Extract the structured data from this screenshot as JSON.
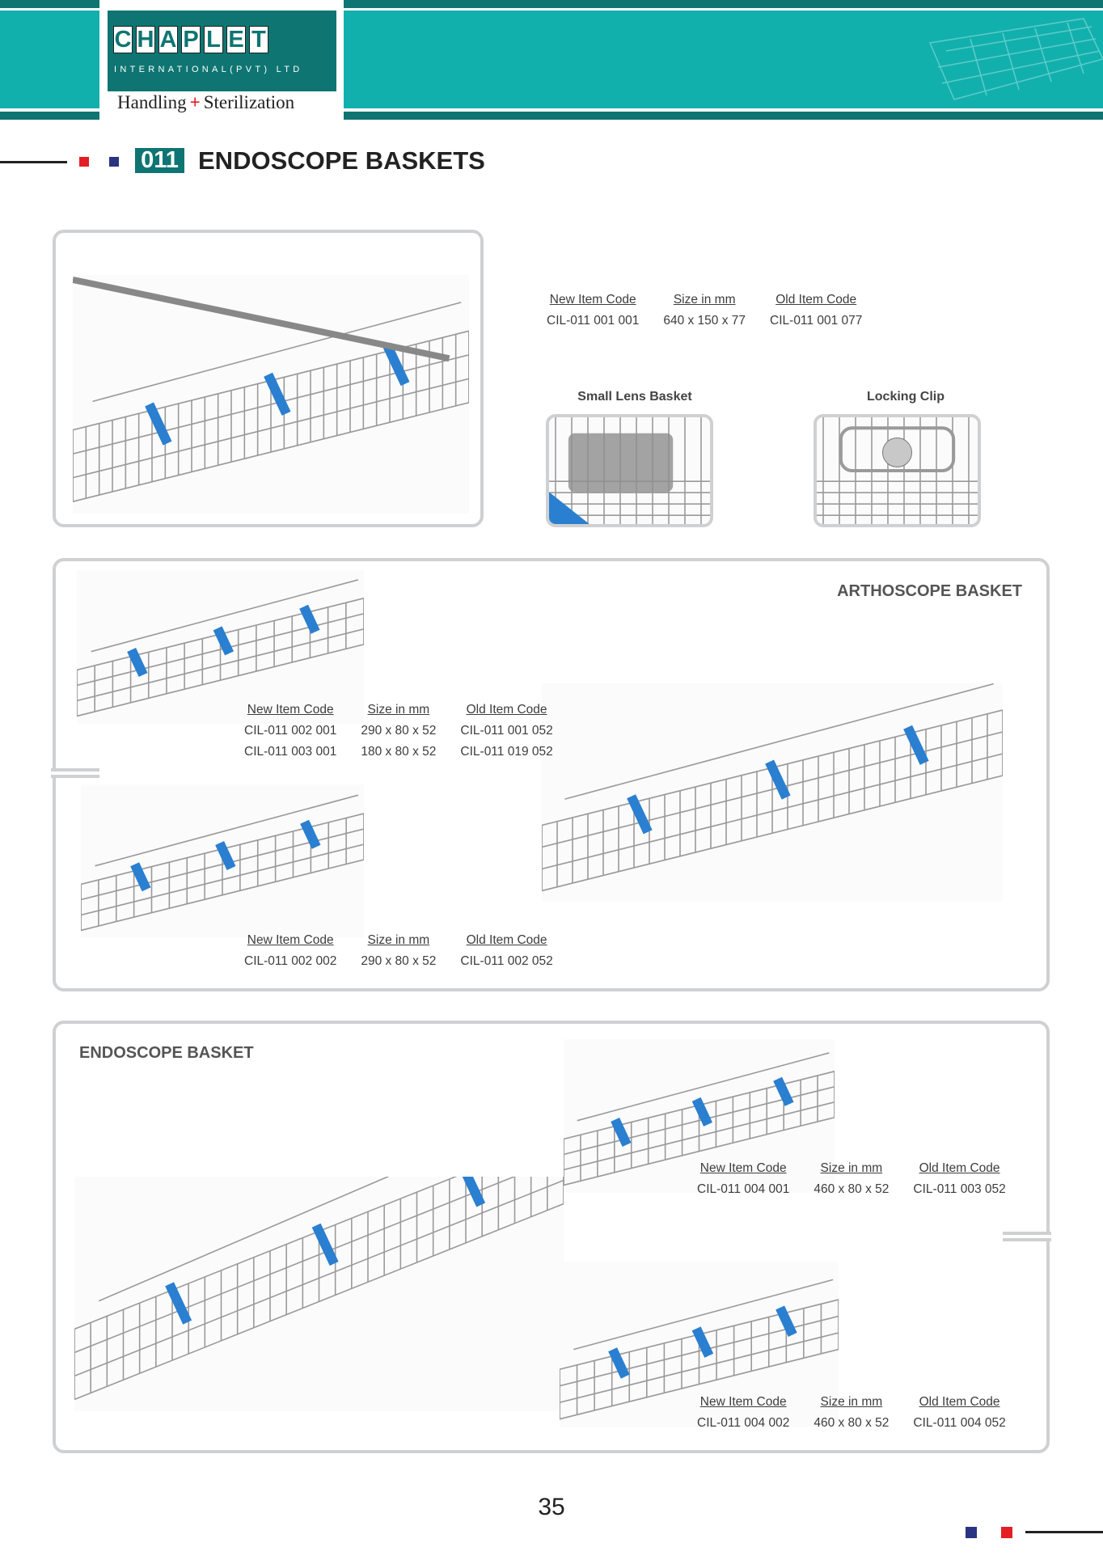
{
  "header": {
    "logo_letters": [
      "C",
      "H",
      "A",
      "P",
      "L",
      "E",
      "T"
    ],
    "company_subtitle": "INTERNATIONAL(PVT) LTD",
    "tagline_left": "Handling",
    "tagline_plus": "+",
    "tagline_right": "Sterilization"
  },
  "page_title": {
    "number": "011",
    "text": "ENDOSCOPE BASKETS"
  },
  "columns": {
    "new_code": "New Item Code",
    "size": "Size in mm",
    "old_code": "Old Item Code"
  },
  "section1": {
    "rows": [
      {
        "new": "CIL-011 001 001",
        "size": "640 x 150 x 77",
        "old": "CIL-011 001 077"
      }
    ],
    "accessories": [
      {
        "label": "Small Lens Basket"
      },
      {
        "label": "Locking Clip"
      }
    ]
  },
  "section2": {
    "title": "ARTHOSCOPE BASKET",
    "table_a": [
      {
        "new": "CIL-011 002 001",
        "size": "290 x 80 x 52",
        "old": "CIL-011 001 052"
      },
      {
        "new": "CIL-011 003 001",
        "size": "180 x 80 x 52",
        "old": "CIL-011 019 052"
      }
    ],
    "table_b": [
      {
        "new": "CIL-011 002 002",
        "size": "290 x 80 x 52",
        "old": "CIL-011 002 052"
      }
    ]
  },
  "section3": {
    "title": "ENDOSCOPE BASKET",
    "table_a": [
      {
        "new": "CIL-011 004 001",
        "size": "460 x 80 x 52",
        "old": "CIL-011 003 052"
      }
    ],
    "table_b": [
      {
        "new": "CIL-011 004 002",
        "size": "460 x 80 x 52",
        "old": "CIL-011 004 052"
      }
    ]
  },
  "footer": {
    "page_number": "35"
  },
  "colors": {
    "teal": "#12b0ad",
    "dark_teal": "#0e7572",
    "red": "#e31e25",
    "navy": "#2b3481",
    "clip_blue": "#2a7fd0"
  }
}
